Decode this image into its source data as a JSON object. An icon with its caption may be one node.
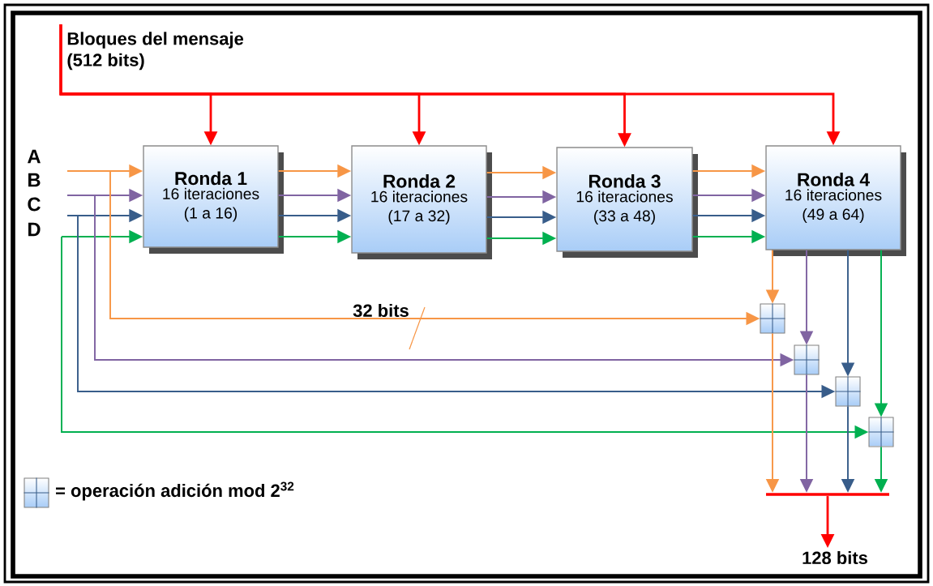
{
  "diagram": {
    "nodes": [
      {
        "text": [
          "Bloques del mensaje (512 bits)"
        ]
      },
      {
        "text": [
          "Ronda 1",
          "16 iteraciones (1 a 16)"
        ]
      },
      {
        "text": [
          "Ronda 2",
          "16 iteraciones (17 a 32)"
        ]
      },
      {
        "text": [
          "Ronda 3",
          "16 iteraciones (33 a 48)"
        ]
      },
      {
        "text": [
          "Ronda 4",
          "16 iteraciones (49 a 64)"
        ]
      },
      {
        "text": [],
        "shape": "box"
      },
      {
        "text": [],
        "shape": "box"
      },
      {
        "text": [],
        "shape": "box"
      },
      {
        "text": [],
        "shape": "box"
      },
      {
        "text": [],
        "shape": "bar"
      },
      {
        "text": [
          "128 bits"
        ]
      }
    ],
    "edges": [
      {
        "from": 0,
        "to": 1,
        "arrow": "to",
        "color": "#ff0000"
      },
      {
        "from": 0,
        "to": 2,
        "arrow": "to",
        "color": "#ff0000"
      },
      {
        "from": 0,
        "to": 3,
        "arrow": "to",
        "color": "#ff0000"
      },
      {
        "from": 0,
        "to": 4,
        "arrow": "to",
        "color": "#ff0000"
      },
      {
        "from": null,
        "to": 1,
        "arrow": "to",
        "color": "#f79646"
      },
      {
        "from": null,
        "to": 1,
        "arrow": "to",
        "color": "#8064a2"
      },
      {
        "from": null,
        "to": 1,
        "arrow": "to",
        "color": "#385d8a"
      },
      {
        "from": null,
        "to": 1,
        "arrow": "to",
        "color": "#00b050"
      },
      {
        "from": 1,
        "to": 2,
        "arrow": "to",
        "color": "#f79646"
      },
      {
        "from": 1,
        "to": 2,
        "arrow": "to",
        "color": "#8064a2"
      },
      {
        "from": 1,
        "to": 2,
        "arrow": "to",
        "color": "#385d8a"
      },
      {
        "from": 1,
        "to": 2,
        "arrow": "to",
        "color": "#00b050"
      },
      {
        "from": 2,
        "to": 3,
        "arrow": "to",
        "color": "#f79646"
      },
      {
        "from": 2,
        "to": 3,
        "arrow": "to",
        "color": "#8064a2"
      },
      {
        "from": 2,
        "to": 3,
        "arrow": "to",
        "color": "#385d8a"
      },
      {
        "from": 2,
        "to": 3,
        "arrow": "to",
        "color": "#00b050"
      },
      {
        "from": 3,
        "to": 4,
        "arrow": "to",
        "color": "#f79646"
      },
      {
        "from": 3,
        "to": 4,
        "arrow": "to",
        "color": "#8064a2"
      },
      {
        "from": 3,
        "to": 4,
        "arrow": "to",
        "color": "#385d8a"
      },
      {
        "from": 3,
        "to": 4,
        "arrow": "to",
        "color": "#00b050"
      },
      {
        "from": 4,
        "to": 5,
        "arrow": "to",
        "color": "#f79646"
      },
      {
        "from": 4,
        "to": 6,
        "arrow": "to",
        "color": "#8064a2"
      },
      {
        "from": 4,
        "to": 7,
        "arrow": "to",
        "color": "#385d8a"
      },
      {
        "from": 4,
        "to": 8,
        "arrow": "to",
        "color": "#00b050"
      },
      {
        "from": null,
        "to": 5,
        "arrow": "to",
        "color": "#f79646"
      },
      {
        "from": null,
        "to": 6,
        "arrow": "to",
        "color": "#8064a2"
      },
      {
        "from": null,
        "to": 7,
        "arrow": "to",
        "color": "#385d8a"
      },
      {
        "from": null,
        "to": 8,
        "arrow": "to",
        "color": "#00b050"
      },
      {
        "from": 5,
        "to": 9,
        "arrow": "to",
        "color": "#f79646"
      },
      {
        "from": 6,
        "to": 9,
        "arrow": "to",
        "color": "#8064a2"
      },
      {
        "from": 7,
        "to": 9,
        "arrow": "to",
        "color": "#385d8a"
      },
      {
        "from": 8,
        "to": 9,
        "arrow": "to",
        "color": "#00b050"
      },
      {
        "from": 9,
        "to": 10,
        "arrow": "to",
        "color": "#ff0000"
      }
    ],
    "labels": [
      "A",
      "B",
      "C",
      "D",
      "32 bits"
    ],
    "legend": [
      {
        "text": "= operación adición mod 2$^{32}$"
      }
    ]
  }
}
